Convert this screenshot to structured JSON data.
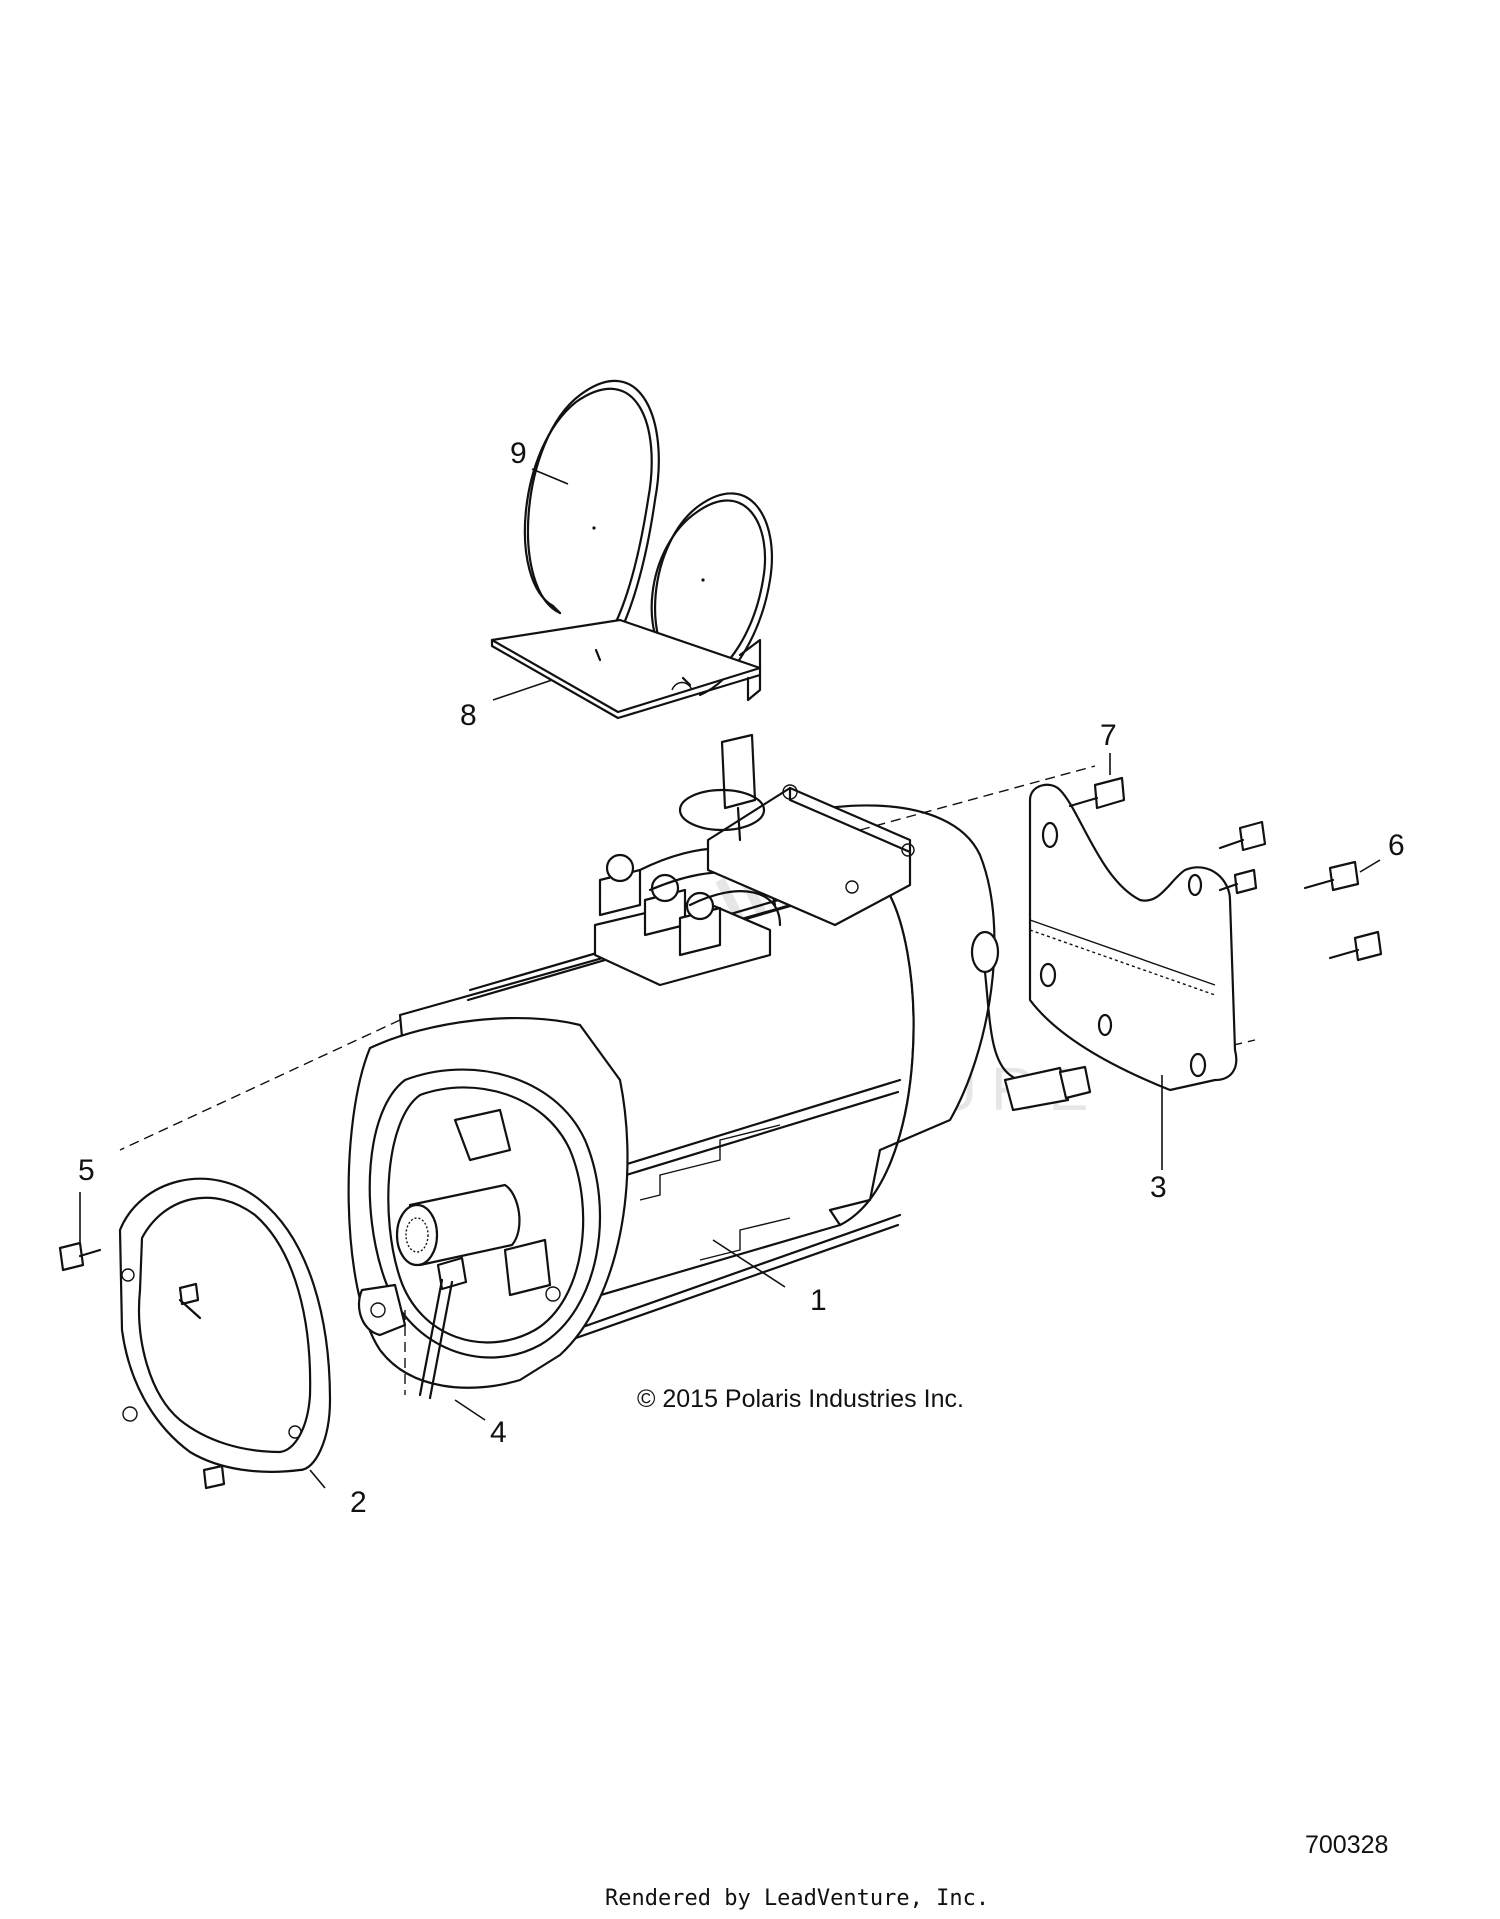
{
  "callouts": [
    "1",
    "2",
    "3",
    "4",
    "5",
    "6",
    "7",
    "8",
    "9"
  ],
  "copyright": "© 2015 Polaris Industries Inc.",
  "watermark": "LEADVENTURE",
  "figure_number": "700328",
  "footer": "Rendered by LeadVenture, Inc."
}
